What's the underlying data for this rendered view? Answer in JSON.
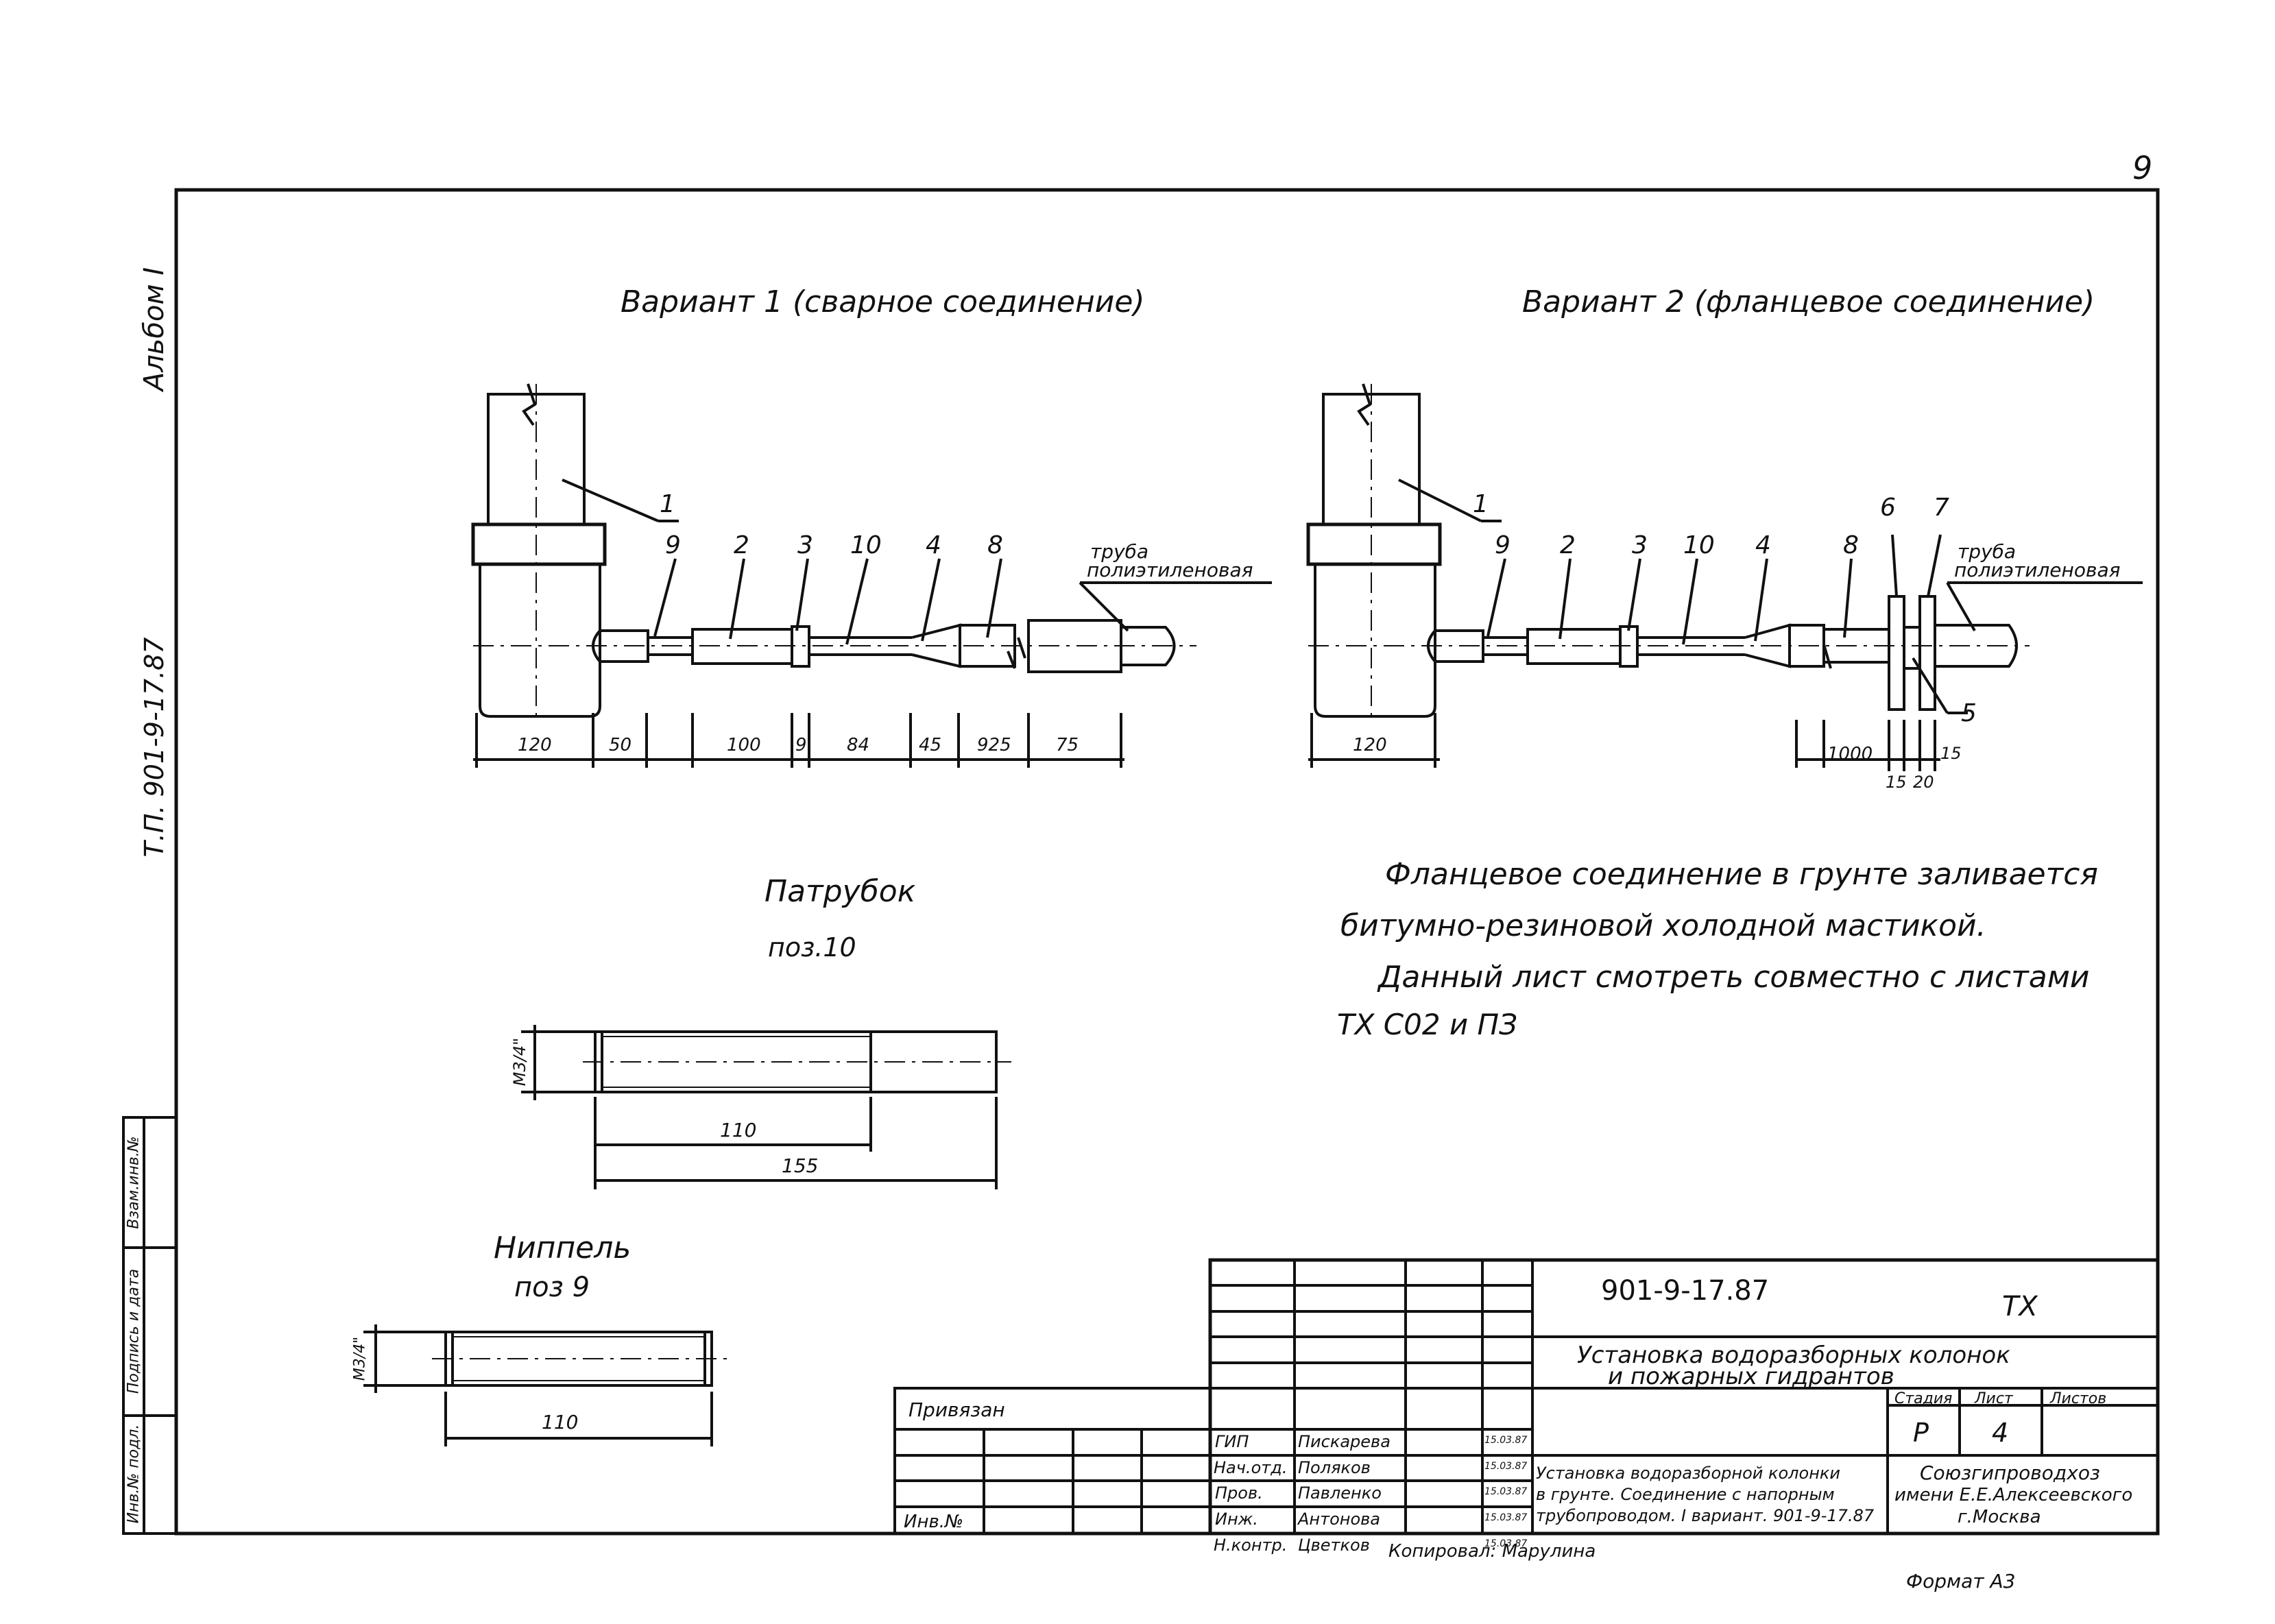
{
  "sheet": {
    "page_number": "9",
    "album": "Альбом I",
    "tp_code": "Т.П. 901-9-17.87",
    "left_stamp": {
      "inv_podl": "Инв.№ подл.",
      "sign_date": "Подпись и дата",
      "vzam_inv": "Взам.инв.№"
    }
  },
  "variant1": {
    "title": "Вариант 1 (сварное соединение)",
    "callouts": [
      "1",
      "9",
      "2",
      "3",
      "10",
      "4",
      "8"
    ],
    "pipe_label_1": "труба",
    "pipe_label_2": "полиэтиленовая",
    "dims": [
      "120",
      "50",
      "100",
      "9",
      "84",
      "45",
      "925",
      "75"
    ]
  },
  "variant2": {
    "title": "Вариант 2 (фланцевое соединение)",
    "callouts": [
      "1",
      "9",
      "2",
      "3",
      "10",
      "4",
      "8",
      "6",
      "7",
      "5"
    ],
    "pipe_label_1": "труба",
    "pipe_label_2": "полиэтиленовая",
    "dims": [
      "120",
      "1000",
      "15",
      "20",
      "15"
    ]
  },
  "notes": {
    "line1": "Фланцевое соединение в грунте заливается",
    "line2": "битумно-резиновой холодной мастикой.",
    "line3": "Данный лист смотреть совместно с листами",
    "line4": "ТХ С02 и ПЗ"
  },
  "patrubok": {
    "title": "Патрубок",
    "pos": "поз.10",
    "thread": "М3/4\"",
    "dim1": "110",
    "dim2": "155"
  },
  "nippel": {
    "title": "Ниппель",
    "pos": "поз 9",
    "thread": "М3/4\"",
    "dim1": "110"
  },
  "title_block": {
    "doc_code": "901-9-17.87",
    "mark": "ТХ",
    "project_title_1": "Установка водоразборных колонок",
    "project_title_2": "и пожарных гидрантов",
    "privyazan": "Привязан",
    "inv_no": "Инв.№",
    "roles": [
      {
        "role": "ГИП",
        "name": "Пискарева",
        "date": "15.03.87"
      },
      {
        "role": "Нач.отд.",
        "name": "Поляков",
        "date": "15.03.87"
      },
      {
        "role": "Пров.",
        "name": "Павленко",
        "date": "15.03.87"
      },
      {
        "role": "Инж.",
        "name": "Антонова",
        "date": "15.03.87"
      },
      {
        "role": "Н.контр.",
        "name": "Цветков",
        "date": "15.03.87"
      }
    ],
    "stage_label": "Стадия",
    "sheet_label": "Лист",
    "sheets_label": "Листов",
    "stage": "Р",
    "sheet": "4",
    "sheet_title_1": "Установка водоразборной колонки",
    "sheet_title_2": "в грунте. Соединение с напорным",
    "sheet_title_3": "трубопроводом. I вариант. 901-9-17.87",
    "org_1": "Союзгипроводхоз",
    "org_2": "имени Е.Е.Алексеевского",
    "org_3": "г.Москва",
    "copied": "Копировал: Марулина",
    "format": "Формат А3"
  }
}
